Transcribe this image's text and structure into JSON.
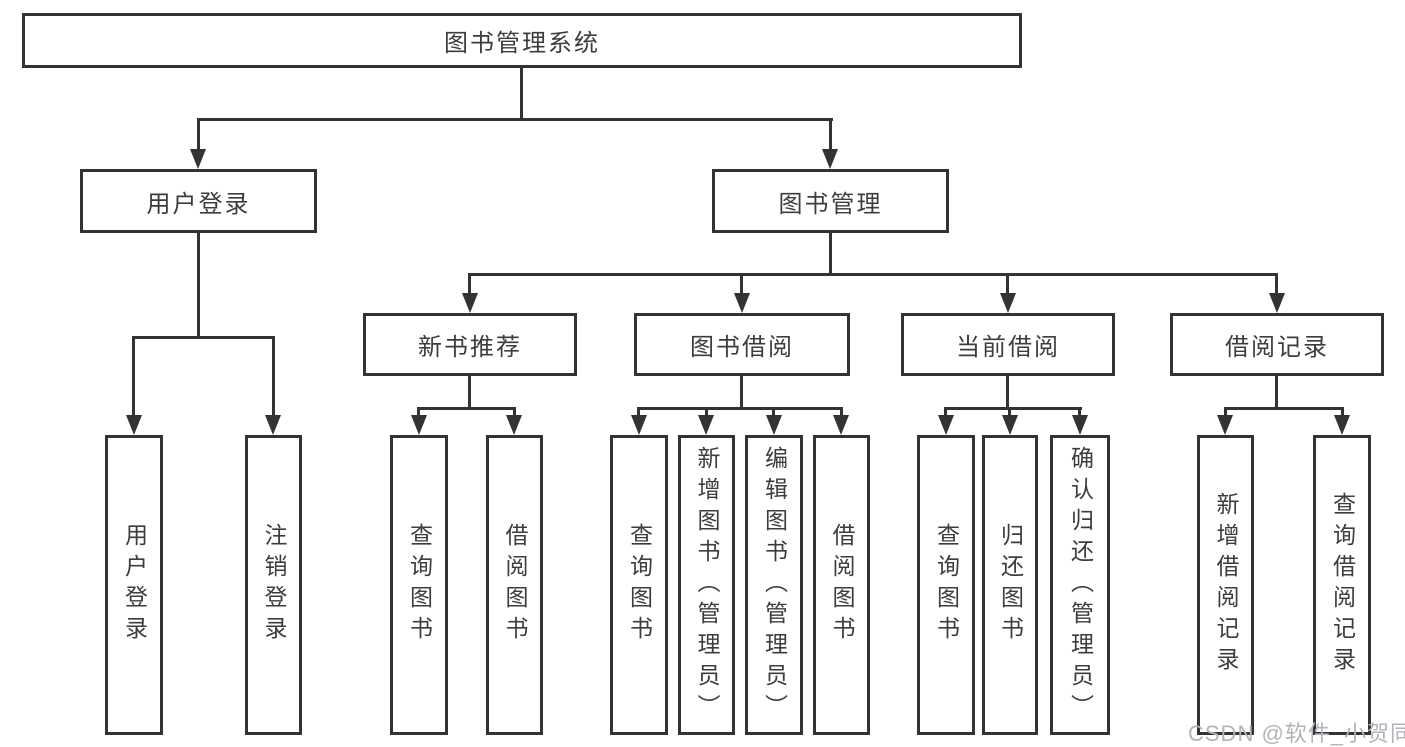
{
  "tree": {
    "root": {
      "label": "图书管理系统"
    },
    "level2": [
      {
        "id": "user-login",
        "label": "用户登录"
      },
      {
        "id": "book-management",
        "label": "图书管理"
      }
    ],
    "level3": [
      {
        "id": "new-book-recommend",
        "label": "新书推荐"
      },
      {
        "id": "book-borrow",
        "label": "图书借阅"
      },
      {
        "id": "current-borrow",
        "label": "当前借阅"
      },
      {
        "id": "borrow-records",
        "label": "借阅记录"
      }
    ],
    "leaves": {
      "login": [
        "用户登录",
        "注销登录"
      ],
      "recommend": [
        "查询图书",
        "借阅图书"
      ],
      "borrow": [
        "查询图书",
        "新增图书（管理员）",
        "编辑图书（管理员）",
        "借阅图书"
      ],
      "current": [
        "查询图书",
        "归还图书",
        "确认归还（管理员）"
      ],
      "records": [
        "新增借阅记录",
        "查询借阅记录"
      ]
    }
  },
  "watermark": {
    "text": "CSDN @软件_小贺同学"
  },
  "colors": {
    "line": "#333333",
    "text": "#3d3d3d",
    "watermark": "#b3b3bc",
    "background": "#ffffff"
  }
}
